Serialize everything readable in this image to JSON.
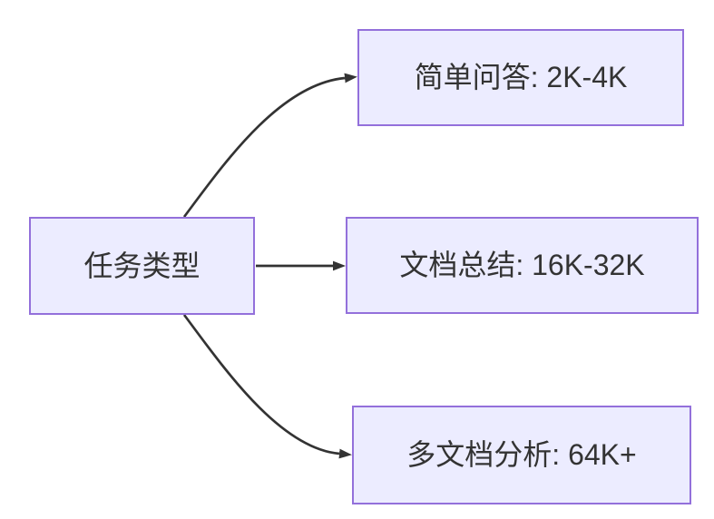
{
  "diagram": {
    "type": "flowchart",
    "direction": "left-to-right",
    "nodes": [
      {
        "id": "task-type",
        "label": "任务类型"
      },
      {
        "id": "simple-qa",
        "label": "简单问答: 2K-4K"
      },
      {
        "id": "doc-summary",
        "label": "文档总结: 16K-32K"
      },
      {
        "id": "multi-doc-analysis",
        "label": "多文档分析: 64K+"
      }
    ],
    "edges": [
      {
        "from": "task-type",
        "to": "simple-qa"
      },
      {
        "from": "task-type",
        "to": "doc-summary"
      },
      {
        "from": "task-type",
        "to": "multi-doc-analysis"
      }
    ],
    "colors": {
      "node_fill": "#ECECFF",
      "node_border": "#9370DB",
      "edge": "#333333",
      "text": "#333333",
      "background": "#FFFFFF"
    }
  }
}
